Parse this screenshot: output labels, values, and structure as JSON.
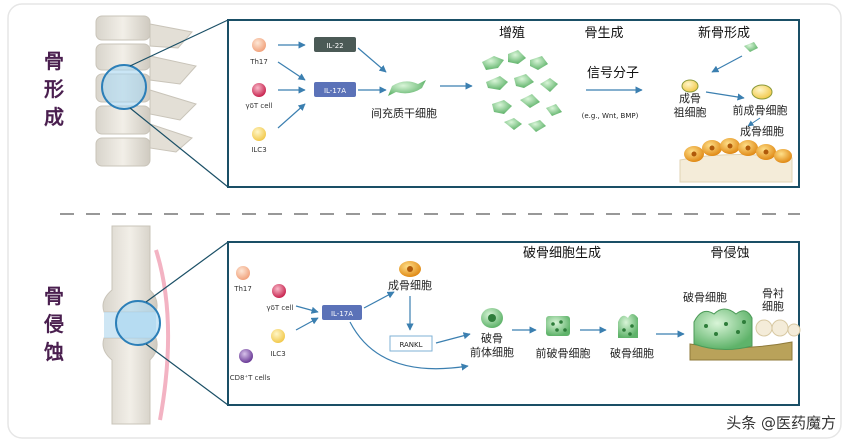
{
  "top": {
    "side_label": [
      "骨",
      "形",
      "成"
    ],
    "cells": [
      "Th17",
      "γδT cell",
      "ILC3"
    ],
    "cytokine_1": "IL-22",
    "cytokine_2": "IL-17A",
    "msc_label": "间充质干细胞",
    "stage_proliferation": "增殖",
    "stage_bone_generation": "骨生成",
    "stage_new_bone": "新骨形成",
    "signal_label": "信号分子",
    "signal_examples": "(e.g., Wnt, BMP)",
    "osteoprogenitor": "成骨\n祖细胞",
    "pre_osteoblast": "前成骨细胞",
    "osteoblast": "成骨细胞"
  },
  "bottom": {
    "side_label": [
      "骨",
      "侵",
      "蚀"
    ],
    "cells": [
      "Th17",
      "γδT cell",
      "ILC3",
      "CD8⁺T cells"
    ],
    "cytokine": "IL-17A",
    "osteoblast": "成骨细胞",
    "rankl": "RANKL",
    "osteoclastogenesis": "破骨细胞生成",
    "bone_erosion": "骨侵蚀",
    "precursor": "破骨\n前体细胞",
    "pre_osteoclast": "前破骨细胞",
    "osteoclast": "破骨细胞",
    "osteoclast_2": "破骨细胞",
    "bone_lining": "骨衬\n细胞"
  },
  "watermark": "头条 @医药魔方",
  "colors": {
    "panel_border": "#1a4f66",
    "side_text": "#4a1f4f",
    "arrow": "#3b7fb0",
    "il17a_box": "#5b72b8",
    "il22_box": "#4b5a56"
  }
}
